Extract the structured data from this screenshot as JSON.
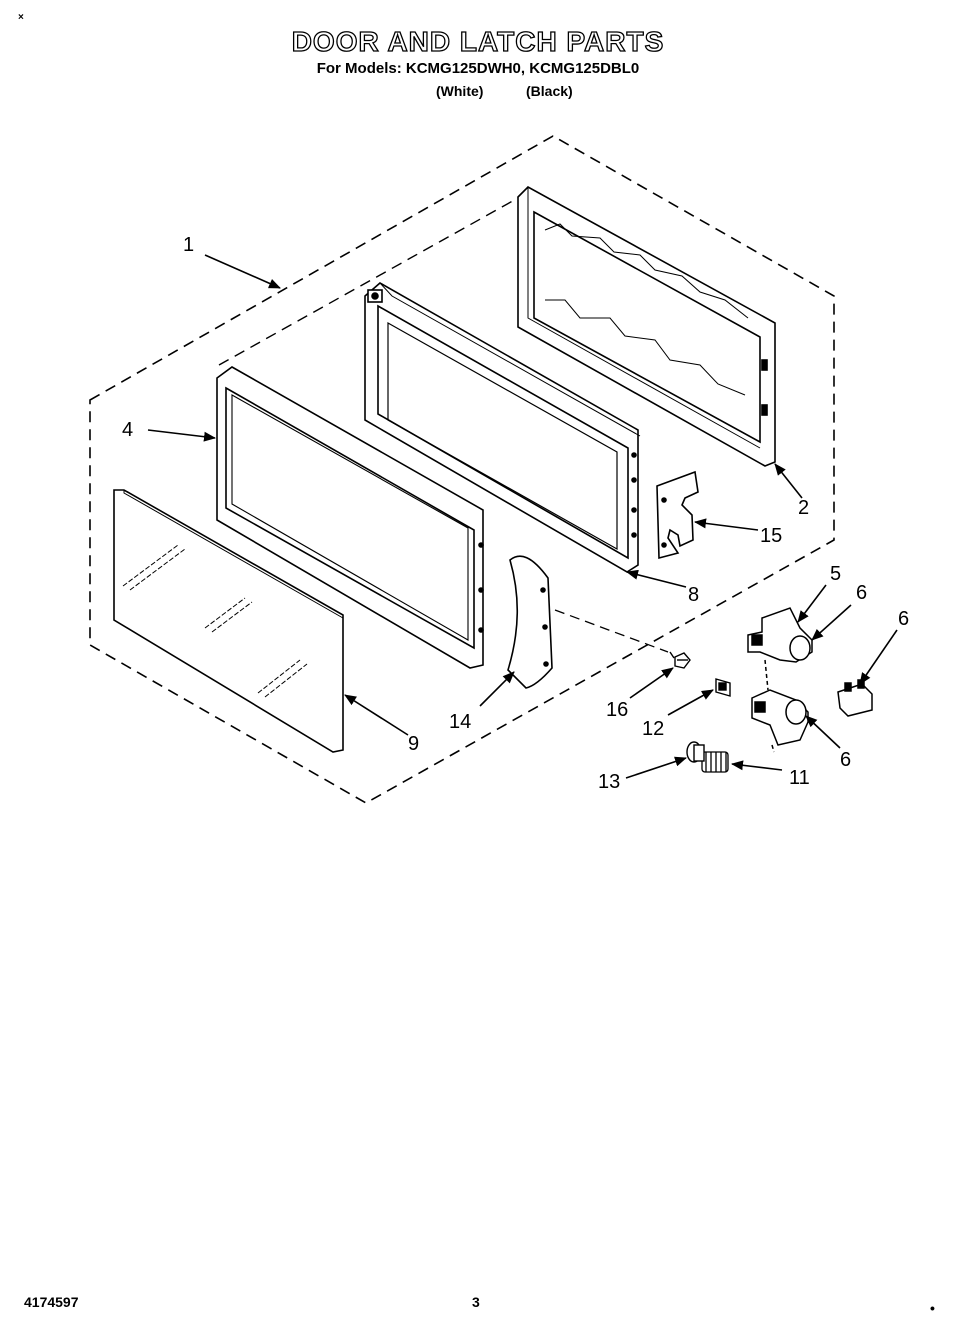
{
  "header": {
    "corner_mark": "×",
    "title": "DOOR AND LATCH PARTS",
    "models": "For Models: KCMG125DWH0, KCMG125DBL0",
    "variant_white": "(White)",
    "variant_black": "(Black)"
  },
  "callouts": [
    "1",
    "2",
    "4",
    "5",
    "6",
    "6",
    "6",
    "8",
    "9",
    "11",
    "12",
    "13",
    "14",
    "15",
    "16"
  ],
  "footer": {
    "doc_number": "4174597",
    "page_number": "3",
    "corner_mark": "•"
  }
}
